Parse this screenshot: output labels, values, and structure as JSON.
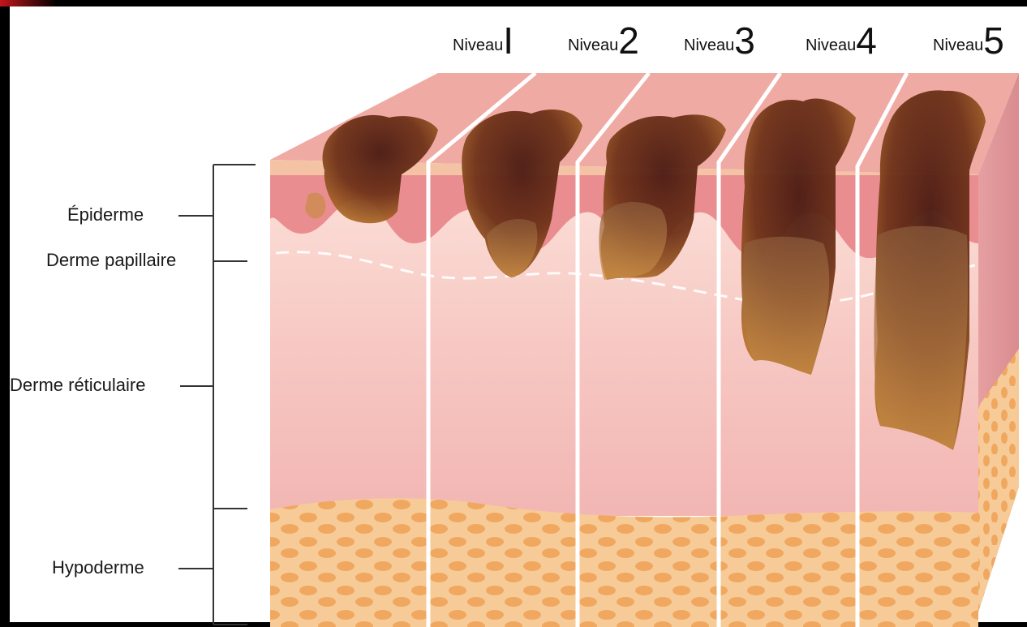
{
  "levels": [
    {
      "word": "Niveau",
      "number": "I"
    },
    {
      "word": "Niveau",
      "number": "2"
    },
    {
      "word": "Niveau",
      "number": "3"
    },
    {
      "word": "Niveau",
      "number": "4"
    },
    {
      "word": "Niveau",
      "number": "5"
    }
  ],
  "layers": [
    {
      "label": "Épiderme"
    },
    {
      "label": "Derme papillaire"
    },
    {
      "label": "Derme réticulaire"
    },
    {
      "label": "Hypoderme"
    }
  ],
  "colors": {
    "epidermis_surface": "#f2b59d",
    "epidermis": "#e88b8e",
    "dermis": "#f7c9c4",
    "hypodermis": "#f6c48e",
    "fat_cell": "#f0a45a",
    "tumor_dark": "#5a2418",
    "tumor_light": "#c98a4a",
    "frame": "#000000",
    "frame_accent": "#c4161c"
  }
}
